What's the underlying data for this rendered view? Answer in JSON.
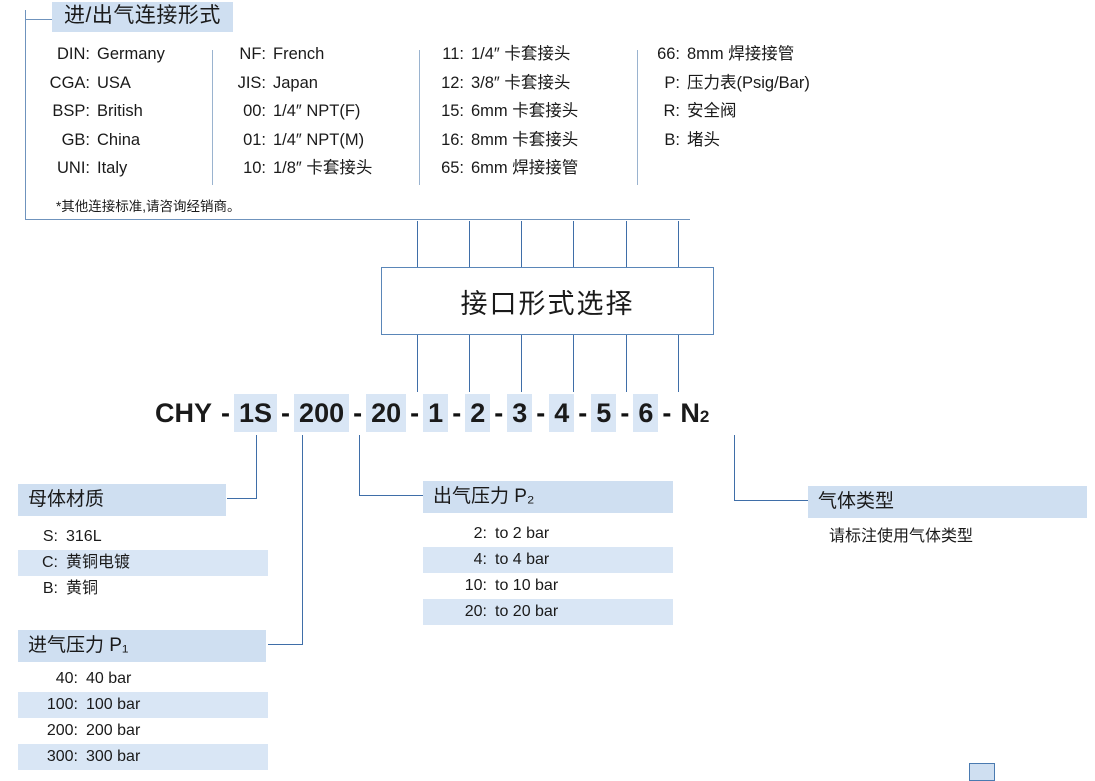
{
  "top_panel": {
    "title": "进/出气连接形式",
    "note": "*其他连接标准,请咨询经销商。",
    "columns": [
      {
        "rows": [
          {
            "key": "DIN:",
            "value": "Germany"
          },
          {
            "key": "CGA:",
            "value": "USA"
          },
          {
            "key": "BSP:",
            "value": "British"
          },
          {
            "key": "GB:",
            "value": "China"
          },
          {
            "key": "UNI:",
            "value": "Italy"
          }
        ]
      },
      {
        "rows": [
          {
            "key": "NF:",
            "value": "French"
          },
          {
            "key": "JIS:",
            "value": "Japan"
          },
          {
            "key": "00:",
            "value": "1/4″ NPT(F)"
          },
          {
            "key": "01:",
            "value": "1/4″ NPT(M)"
          },
          {
            "key": "10:",
            "value": "1/8″ 卡套接头"
          }
        ]
      },
      {
        "rows": [
          {
            "key": "11:",
            "value": "1/4″ 卡套接头"
          },
          {
            "key": "12:",
            "value": "3/8″ 卡套接头"
          },
          {
            "key": "15:",
            "value": "6mm 卡套接头"
          },
          {
            "key": "16:",
            "value": "8mm 卡套接头"
          },
          {
            "key": "65:",
            "value": "6mm 焊接接管"
          }
        ]
      },
      {
        "rows": [
          {
            "key": "66:",
            "value": "8mm 焊接接管"
          },
          {
            "key": "P:",
            "value": "压力表(Psig/Bar)"
          },
          {
            "key": "R:",
            "value": "安全阀"
          },
          {
            "key": "B:",
            "value": "堵头"
          }
        ]
      }
    ]
  },
  "center_box": {
    "label": "接口形式选择"
  },
  "part_number": {
    "segments": [
      {
        "text": "CHY",
        "highlight": false
      },
      {
        "dash": "-"
      },
      {
        "text": "1S",
        "highlight": true
      },
      {
        "dash": "-"
      },
      {
        "text": "200",
        "highlight": true
      },
      {
        "dash": "-"
      },
      {
        "text": "20",
        "highlight": true
      },
      {
        "dash": "-"
      },
      {
        "text": "1",
        "highlight": true
      },
      {
        "dash": "-"
      },
      {
        "text": "2",
        "highlight": true
      },
      {
        "dash": "-"
      },
      {
        "text": "3",
        "highlight": true
      },
      {
        "dash": "-"
      },
      {
        "text": "4",
        "highlight": true
      },
      {
        "dash": "-"
      },
      {
        "text": "5",
        "highlight": true
      },
      {
        "dash": "-"
      },
      {
        "text": "6",
        "highlight": true
      },
      {
        "dash": "-"
      },
      {
        "text": "N",
        "sub": "2",
        "highlight": true
      }
    ]
  },
  "material": {
    "title": "母体材质",
    "rows": [
      {
        "key": "S:",
        "value": "316L",
        "highlight": false
      },
      {
        "key": "C:",
        "value": "黄铜电镀",
        "highlight": true
      },
      {
        "key": "B:",
        "value": "黄铜",
        "highlight": false
      }
    ]
  },
  "inlet_pressure": {
    "title": "进气压力 P₁",
    "rows": [
      {
        "key": "40:",
        "value": "40 bar",
        "highlight": false
      },
      {
        "key": "100:",
        "value": "100 bar",
        "highlight": true
      },
      {
        "key": "200:",
        "value": "200 bar",
        "highlight": false
      },
      {
        "key": "300:",
        "value": "300 bar",
        "highlight": true
      }
    ]
  },
  "outlet_pressure": {
    "title": "出气压力 P₂",
    "rows": [
      {
        "key": "2:",
        "value": "to 2 bar",
        "highlight": false
      },
      {
        "key": "4:",
        "value": "to 4 bar",
        "highlight": true
      },
      {
        "key": "10:",
        "value": "to 10 bar",
        "highlight": false
      },
      {
        "key": "20:",
        "value": "to 20 bar",
        "highlight": true
      }
    ]
  },
  "gas_type": {
    "title": "气体类型",
    "note": "请标注使用气体类型"
  },
  "colors": {
    "highlight": "#d9e6f5",
    "title_highlight": "#cfdff1",
    "line": "#3f6ea8",
    "line_light": "#6f93bd",
    "box_border": "#5a86b8"
  }
}
